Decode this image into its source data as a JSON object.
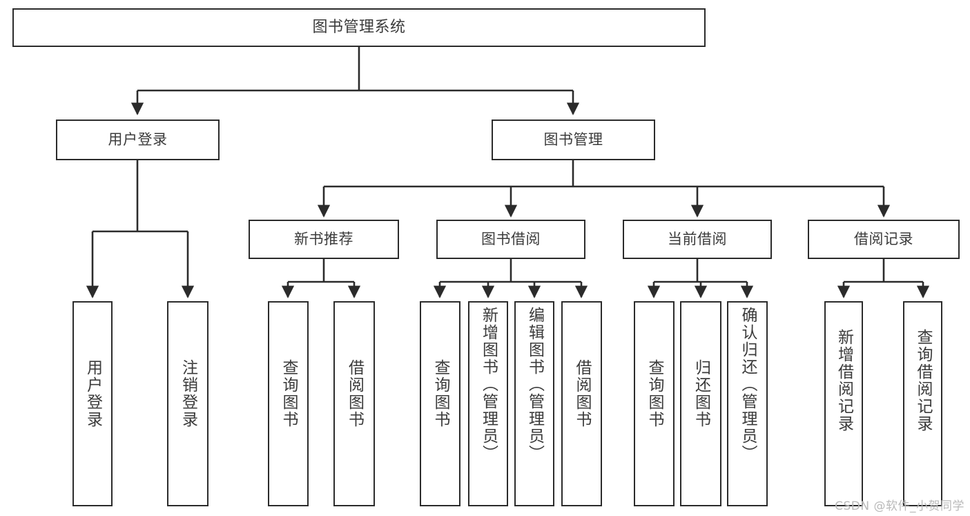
{
  "diagram": {
    "title": "图书管理系统",
    "type": "tree",
    "orientation": "top-down",
    "edge_color": "#2b2b2b",
    "box_border_color": "#2b2b2b",
    "box_fill_color": "#ffffff",
    "text_color": "#3b3b3b",
    "watermark": "CSDN @软件_小贺同学"
  },
  "nodes": {
    "root": {
      "label": "图书管理系统",
      "level": 0
    },
    "level1": [
      {
        "id": "user-login",
        "label": "用户登录"
      },
      {
        "id": "book-manage",
        "label": "图书管理"
      }
    ],
    "level2": [
      {
        "id": "new-book-rec",
        "label": "新书推荐",
        "parent": "book-manage"
      },
      {
        "id": "book-borrow",
        "label": "图书借阅",
        "parent": "book-manage"
      },
      {
        "id": "current-borrow",
        "label": "当前借阅",
        "parent": "book-manage"
      },
      {
        "id": "borrow-record",
        "label": "借阅记录",
        "parent": "book-manage"
      }
    ],
    "leaves": [
      {
        "id": "leaf-user-login",
        "label": "用户登录",
        "parent": "user-login"
      },
      {
        "id": "leaf-logout",
        "label": "注销登录",
        "parent": "user-login"
      },
      {
        "id": "leaf-query-book-1",
        "label": "查询图书",
        "parent": "new-book-rec"
      },
      {
        "id": "leaf-borrow-book-1",
        "label": "借阅图书",
        "parent": "new-book-rec"
      },
      {
        "id": "leaf-query-book-2",
        "label": "查询图书",
        "parent": "book-borrow"
      },
      {
        "id": "leaf-add-book",
        "label": "新增图书（管理员）",
        "parent": "book-borrow"
      },
      {
        "id": "leaf-edit-book",
        "label": "编辑图书（管理员）",
        "parent": "book-borrow"
      },
      {
        "id": "leaf-borrow-book-2",
        "label": "借阅图书",
        "parent": "book-borrow"
      },
      {
        "id": "leaf-query-book-3",
        "label": "查询图书",
        "parent": "current-borrow"
      },
      {
        "id": "leaf-return-book",
        "label": "归还图书",
        "parent": "current-borrow"
      },
      {
        "id": "leaf-confirm-return",
        "label": "确认归还（管理员）",
        "parent": "current-borrow"
      },
      {
        "id": "leaf-add-record",
        "label": "新增借阅记录",
        "parent": "borrow-record"
      },
      {
        "id": "leaf-query-record",
        "label": "查询借阅记录",
        "parent": "borrow-record"
      }
    ]
  }
}
